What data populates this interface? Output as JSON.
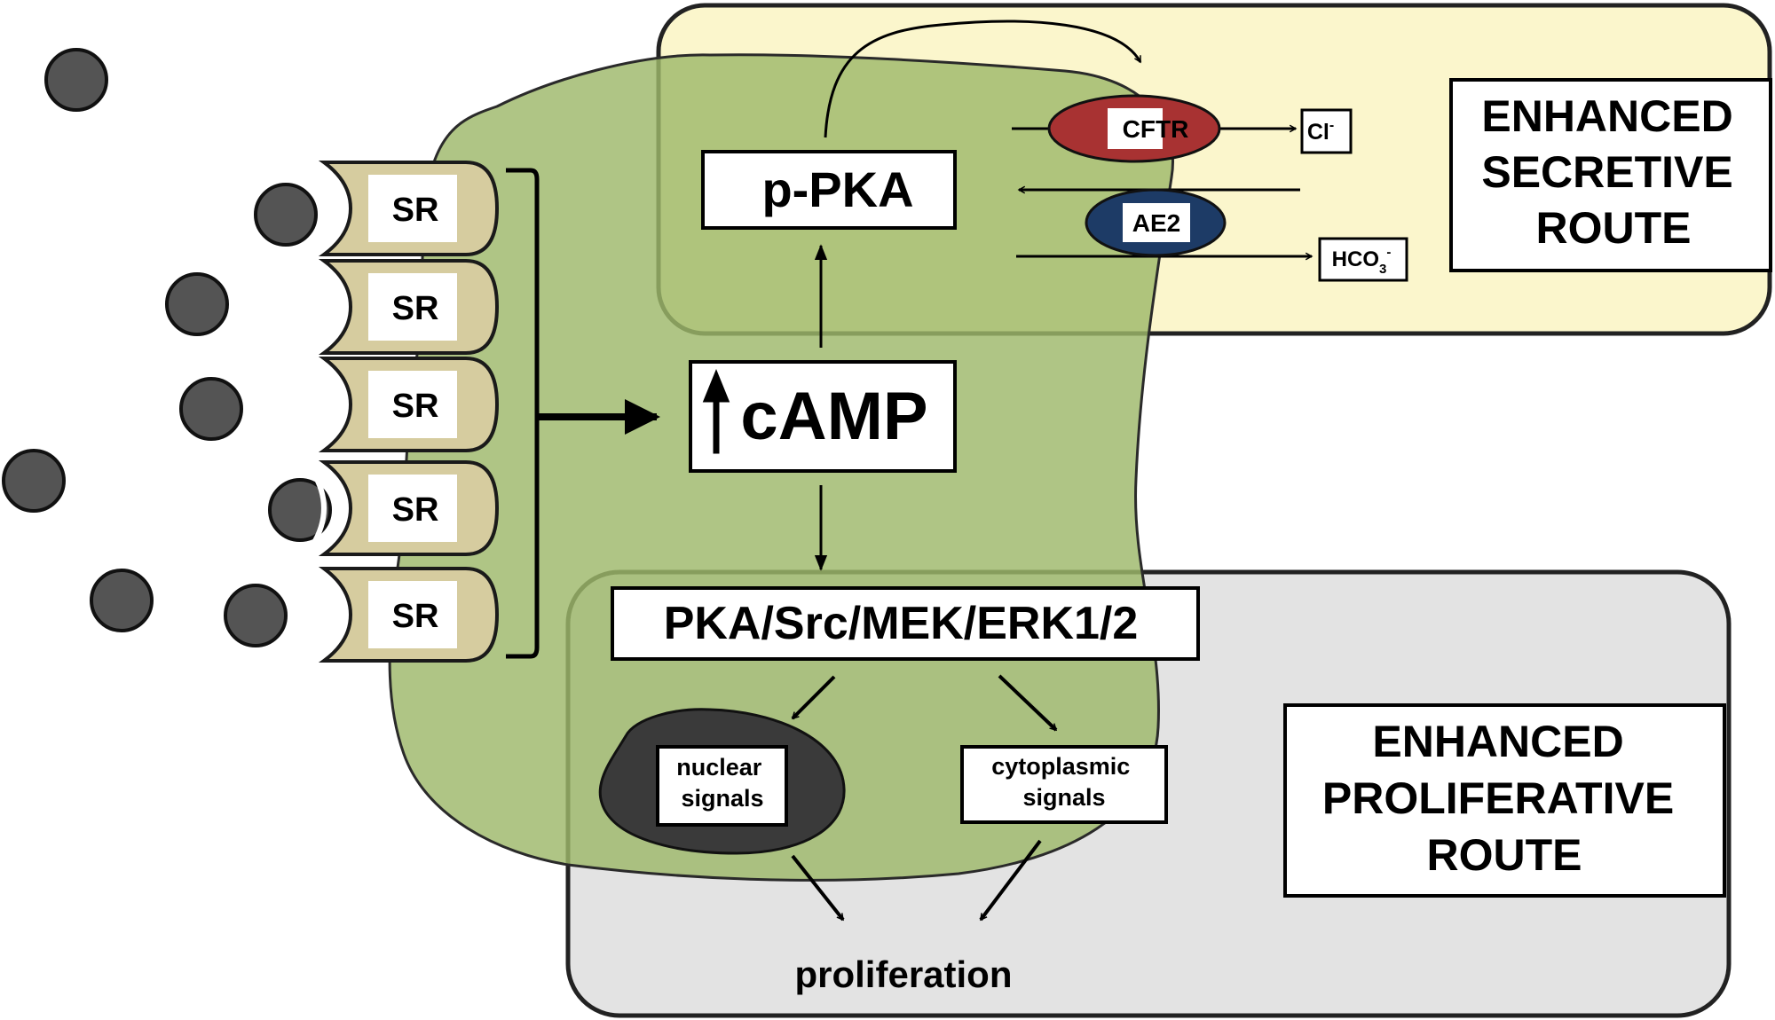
{
  "receptor_label": "SR",
  "camp": {
    "arrow_symbol": "↑",
    "label": "cAMP"
  },
  "ppka": {
    "label": "p-PKA"
  },
  "cascade": {
    "label": "PKA/Src/MEK/ERK1/2"
  },
  "channels": {
    "cftr": {
      "label": "CFTR",
      "color": "#a83232"
    },
    "ae2": {
      "label": "AE2",
      "color": "#1d3b66"
    }
  },
  "ions": {
    "chloride": {
      "base": "Cl",
      "sup": "-"
    },
    "bicarbonate": {
      "base": "HCO",
      "sub": "3",
      "sup": "-"
    }
  },
  "signals": {
    "nuclear": [
      "nuclear",
      "signals"
    ],
    "cytoplasmic": [
      "cytoplasmic",
      "signals"
    ]
  },
  "proliferation": "proliferation",
  "secretive_route": {
    "lines": [
      "ENHANCED",
      "SECRETIVE",
      "ROUTE"
    ],
    "color": "#fbf6cc"
  },
  "proliferative_route": {
    "lines": [
      "ENHANCED",
      "PROLIFERATIVE",
      "ROUTE"
    ],
    "color": "#e3e3e3"
  },
  "colors": {
    "cell": "#9db86a",
    "receptor": "#d6cc9f",
    "ligand": "#545454",
    "nucleus": "#3a3a3a"
  }
}
